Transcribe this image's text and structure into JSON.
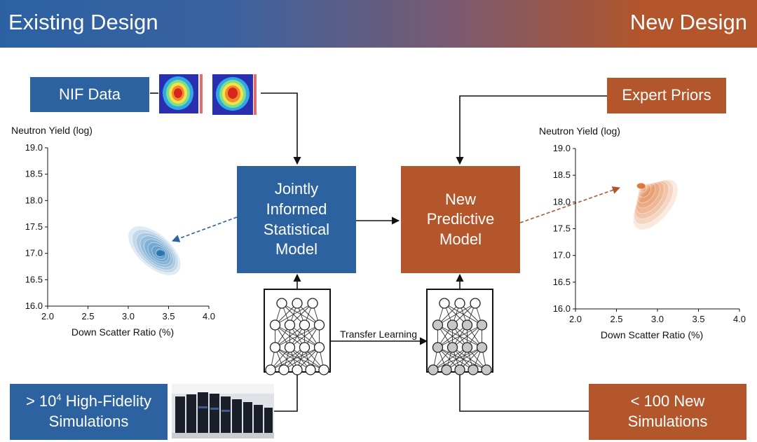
{
  "banner": {
    "left_title": "Existing Design",
    "right_title": "New Design"
  },
  "boxes": {
    "nif_data": "NIF Data",
    "expert_priors": "Expert Priors",
    "jointly_informed": [
      "Jointly",
      "Informed",
      "Statistical",
      "Model"
    ],
    "new_predictive": [
      "New",
      "Predictive",
      "Model"
    ],
    "hifi_sims": {
      "prefix": "> 10",
      "sup": "4",
      "suffix": " High-Fidelity",
      "line2": "Simulations"
    },
    "new_sims": [
      "< 100 New",
      "Simulations"
    ]
  },
  "edge_labels": {
    "transfer": "Transfer Learning"
  },
  "chart_data": [
    {
      "type": "contour",
      "ylabel": "Neutron Yield (log)",
      "xlabel": "Down Scatter Ratio (%)",
      "xlim": [
        2.0,
        4.0
      ],
      "ylim": [
        16.0,
        19.0
      ],
      "x_ticks": [
        "2.0",
        "2.5",
        "3.0",
        "3.5",
        "4.0"
      ],
      "y_ticks": [
        "16.0",
        "16.5",
        "17.0",
        "17.5",
        "18.0",
        "18.5",
        "19.0"
      ],
      "color": "#1f6fb0",
      "density_peak": {
        "x": 3.4,
        "y": 17.0
      },
      "density_extent": {
        "x": [
          2.85,
          3.8
        ],
        "y": [
          16.4,
          17.7
        ]
      }
    },
    {
      "type": "contour",
      "ylabel": "Neutron Yield (log)",
      "xlabel": "Down Scatter Ratio (%)",
      "xlim": [
        2.0,
        4.0
      ],
      "ylim": [
        16.0,
        19.0
      ],
      "x_ticks": [
        "2.0",
        "2.5",
        "3.0",
        "3.5",
        "4.0"
      ],
      "y_ticks": [
        "16.0",
        "16.5",
        "17.0",
        "17.5",
        "18.0",
        "18.5",
        "19.0"
      ],
      "color": "#d9641c",
      "density_peak": {
        "x": 2.8,
        "y": 18.3
      },
      "density_extent": {
        "x": [
          2.6,
          3.35
        ],
        "y": [
          17.25,
          18.65
        ]
      }
    }
  ]
}
